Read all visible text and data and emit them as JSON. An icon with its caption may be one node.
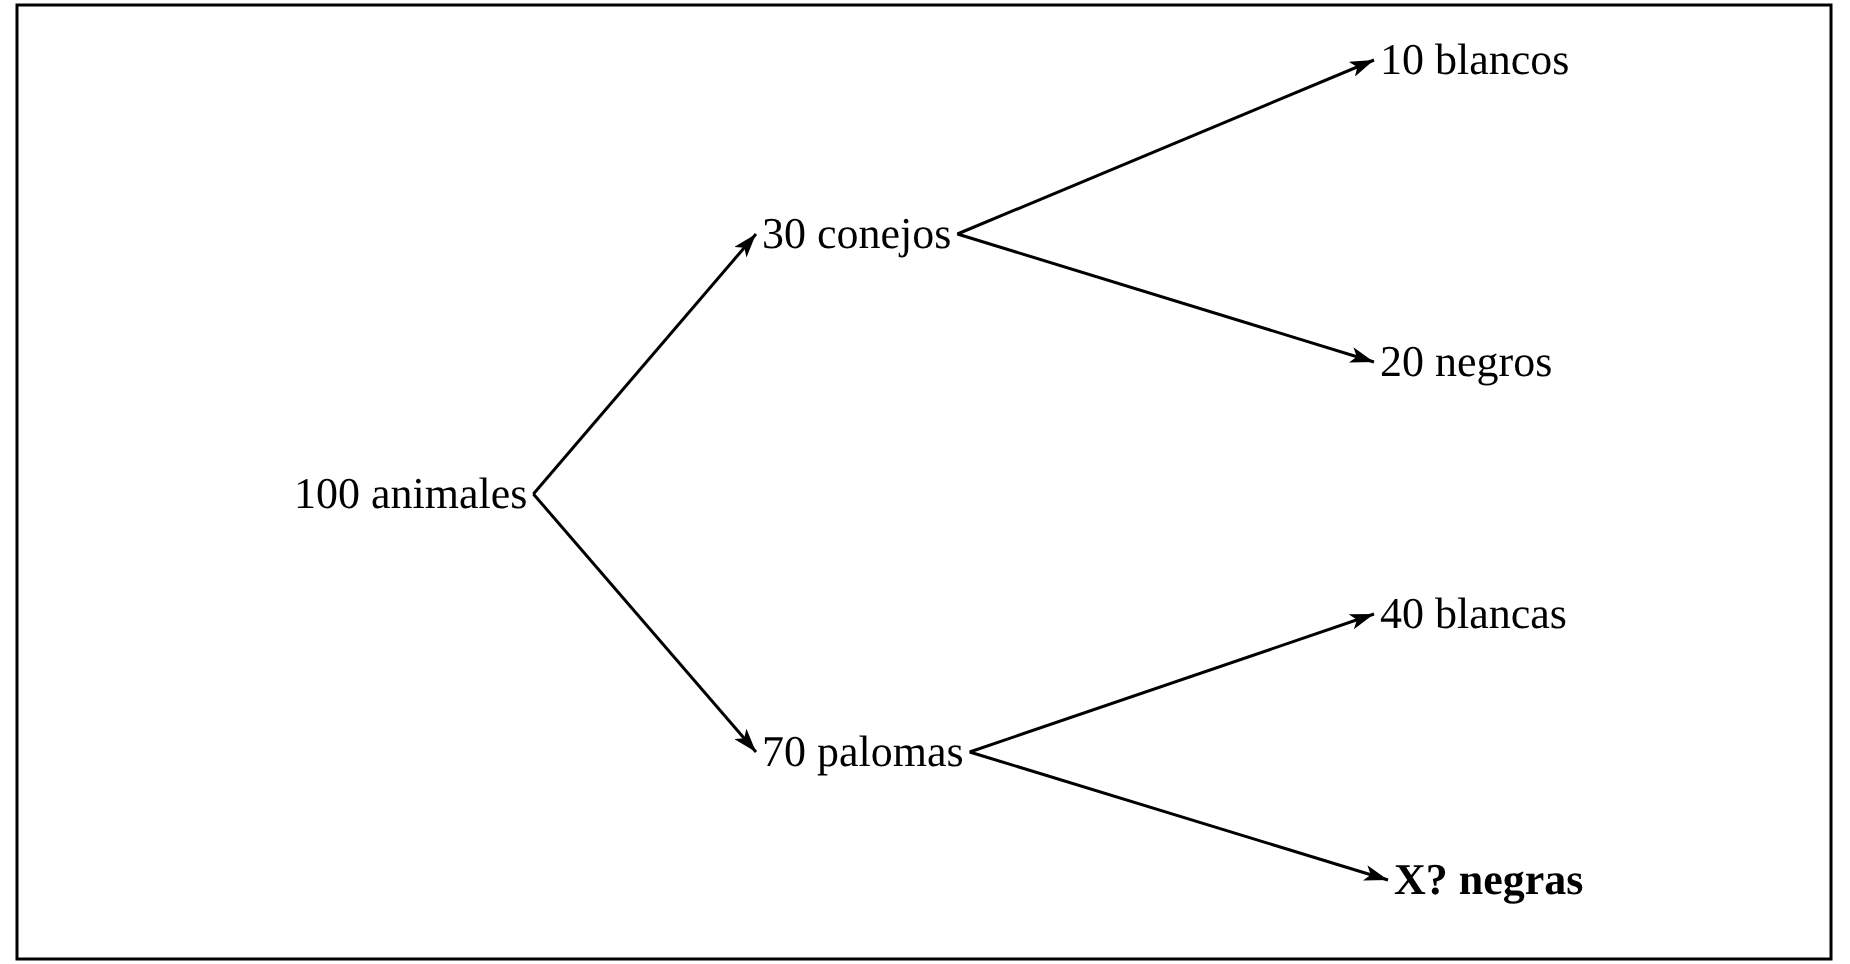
{
  "diagram": {
    "nodes": [
      {
        "text": [
          "100 animales"
        ]
      },
      {
        "text": [
          "30 conejos"
        ]
      },
      {
        "text": [
          "70 palomas"
        ]
      },
      {
        "text": [
          "10 blancos"
        ]
      },
      {
        "text": [
          "20 negros"
        ]
      },
      {
        "text": [
          "40 blancas"
        ]
      },
      {
        "text": [
          "X? negras"
        ]
      }
    ],
    "edges": [
      {
        "from": 0,
        "to": 1,
        "arrow": "to"
      },
      {
        "from": 0,
        "to": 2,
        "arrow": "to"
      },
      {
        "from": 1,
        "to": 3,
        "arrow": "to"
      },
      {
        "from": 1,
        "to": 4,
        "arrow": "to"
      },
      {
        "from": 2,
        "to": 5,
        "arrow": "to"
      },
      {
        "from": 2,
        "to": 6,
        "arrow": "to"
      }
    ]
  }
}
